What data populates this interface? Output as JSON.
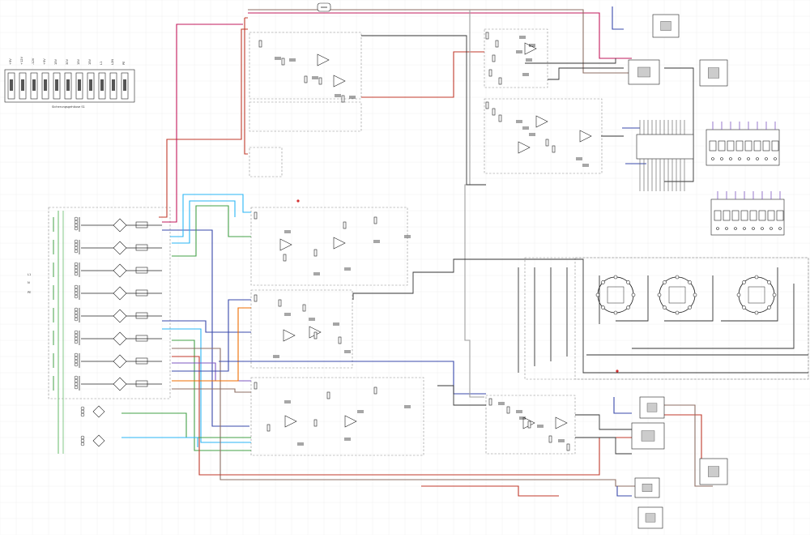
{
  "terminal_block": {
    "label": "Sicherungsgehäuse S1",
    "pins": [
      "+5V",
      "+12V",
      "-12V",
      "+5V",
      "15V",
      "30V",
      "15V",
      "15V",
      "L1",
      "L2N",
      "PE"
    ]
  },
  "mains_labels": [
    "L1",
    "N",
    "PE"
  ],
  "colors": {
    "wire_red": "#c0392b",
    "wire_pink": "#c2185b",
    "wire_blue": "#3949ab",
    "wire_cyan": "#29b6f6",
    "wire_green": "#43a047",
    "wire_brown": "#8d6e63",
    "wire_purple": "#7e57c2",
    "wire_orange": "#ef6c00",
    "wire_gray": "#9e9e9e",
    "ground_green": "#66bb6a",
    "marker_red": "#d32f2f"
  },
  "icons": [
    "ground-icon",
    "transformer-icon",
    "rectifier-bridge-icon",
    "opamp-icon",
    "vacuum-tube-icon",
    "relay-icon",
    "module-icon"
  ]
}
